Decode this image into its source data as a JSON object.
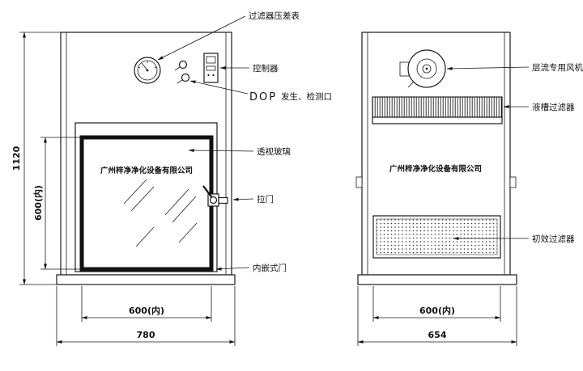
{
  "drawing": {
    "company_name": "广州梓净净化设备有限公司",
    "front_view": {
      "labels": {
        "gauge": "过滤器压差表",
        "controller": "控制器",
        "dop_code": "DOP",
        "dop_text": "发生、检测口",
        "glass": "透视玻璃",
        "handle": "拉门",
        "inset_door": "内嵌式门"
      },
      "dimensions": {
        "overall_height": "1120",
        "inner_height": "600(内)",
        "inner_width": "600(内)",
        "overall_width": "780"
      }
    },
    "side_view": {
      "labels": {
        "fan": "层流专用风机",
        "liquid_tank_filter": "液槽过滤器",
        "primary_filter": "初效过滤器"
      },
      "dimensions": {
        "inner_width": "600(内)",
        "overall_width": "654"
      }
    }
  }
}
